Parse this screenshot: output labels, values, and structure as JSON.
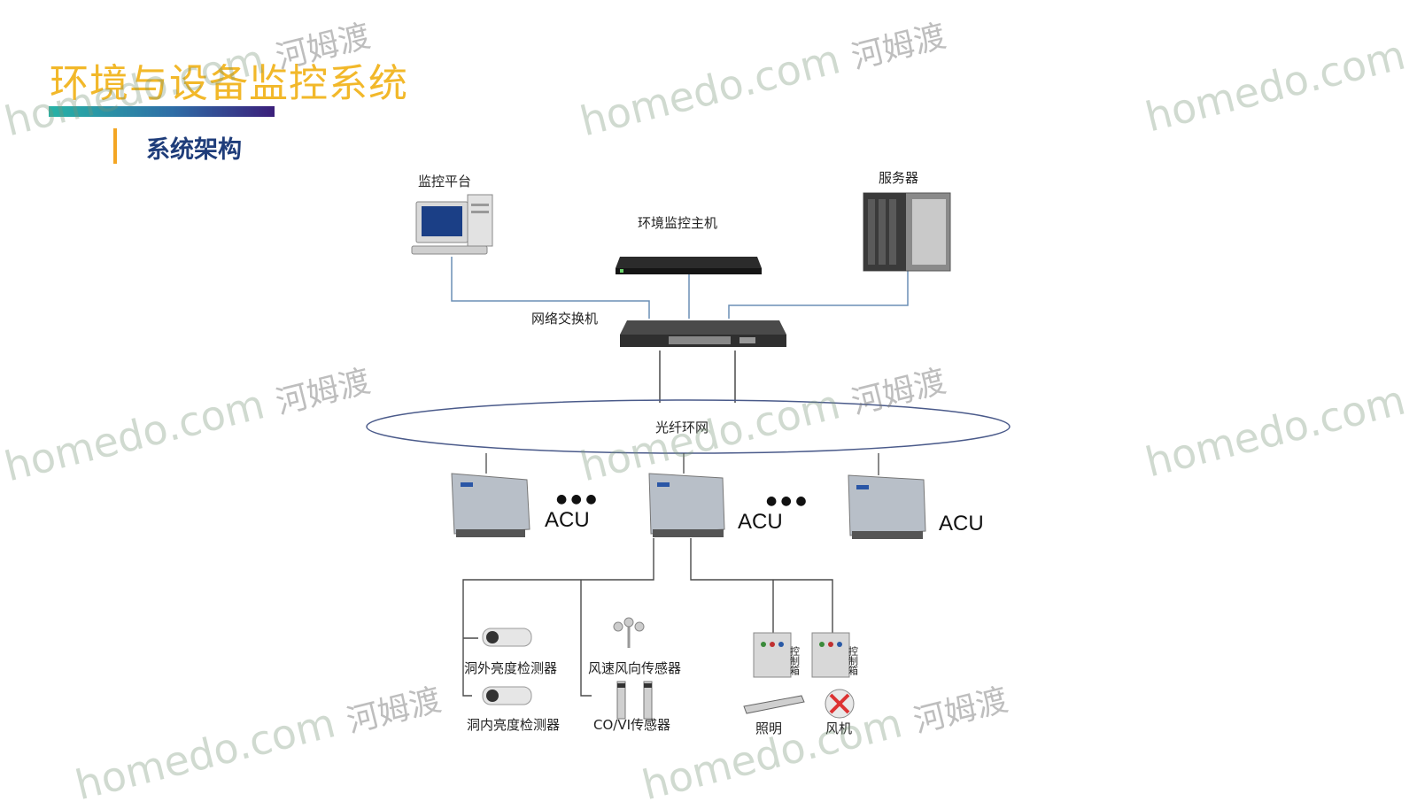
{
  "slide": {
    "title": "环境与设备监控系统",
    "subtitle": "系统架构"
  },
  "diagram": {
    "monitor_platform": "监控平台",
    "env_host": "环境监控主机",
    "server": "服务器",
    "switch": "网络交换机",
    "fiber_ring": "光纤环网",
    "acu": [
      "ACU",
      "ACU",
      "ACU"
    ],
    "ellipsis": "● ● ●",
    "sensors": {
      "outside_brightness": "洞外亮度检测器",
      "wind": "风速风向传感器",
      "inside_brightness": "洞内亮度检测器",
      "covi": "CO/VI传感器"
    },
    "control_box": "控制箱",
    "lighting": "照明",
    "fan": "风机"
  },
  "watermark": {
    "domain": "homedo.com",
    "cn": "河姆渡"
  },
  "colors": {
    "title": "#f2b82a",
    "subtitle": "#1f3d7a",
    "accent": "#f4a623",
    "line": "#4a4a4a",
    "link": "#6b8fb5"
  }
}
